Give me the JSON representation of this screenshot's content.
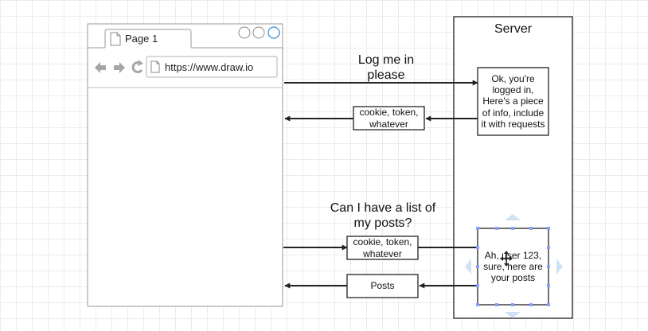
{
  "browser": {
    "tab_label": "Page 1",
    "url": "https://www.draw.io"
  },
  "server": {
    "title": "Server",
    "login_response": "Ok, you're logged in, Here's a piece of info, include it with requests",
    "posts_response": "Ah, user 123, sure, here are your posts"
  },
  "messages": {
    "login_request": "Log me in please",
    "token_reply": "cookie, token, whatever",
    "posts_request": "Can I have a list of my posts?",
    "token_send": "cookie, token, whatever",
    "posts_reply": "Posts"
  },
  "colors": {
    "stroke": "#222222",
    "browser_border": "#9a9a9a",
    "selection_handle": "#8aa0ff",
    "hover_arrow": "#cfe2f5"
  }
}
